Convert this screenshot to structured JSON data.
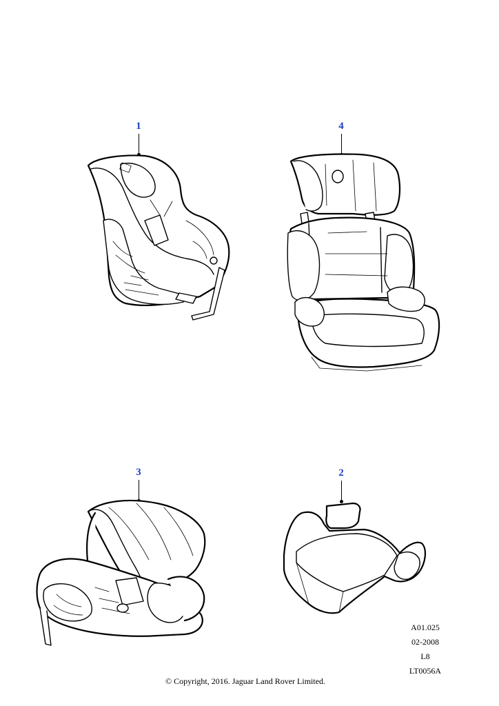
{
  "parts": [
    {
      "number": "1",
      "color": "#1a3fc4"
    },
    {
      "number": "4",
      "color": "#1a3fc4"
    },
    {
      "number": "3",
      "color": "#1a3fc4"
    },
    {
      "number": "2",
      "color": "#1a3fc4"
    }
  ],
  "reference": {
    "line1": "A01.025",
    "line2": "02-2008",
    "line3": "L8",
    "line4": "LT0056A"
  },
  "copyright": "© Copyright, 2016. Jaguar Land Rover Limited."
}
